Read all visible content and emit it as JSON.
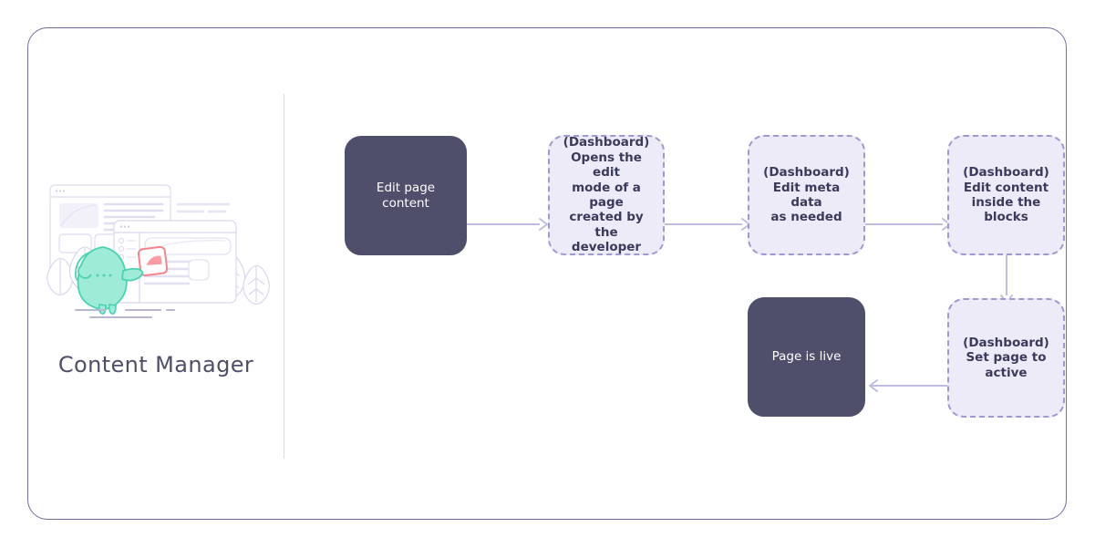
{
  "frame": {
    "border_color": "#6F6E9B"
  },
  "persona": {
    "title": "Content Manager",
    "illustration_name": "content-manager-illustration",
    "colors": {
      "mascot_fill": "#9EEBD8",
      "mascot_stroke": "#4AD3B2",
      "card_accent": "#F9838D",
      "ui_line": "#D9D8EC",
      "text": "#4F4E6B"
    }
  },
  "flow": {
    "node_colors": {
      "solid_fill": "#4F4E6B",
      "solid_text": "#FFFFFF",
      "dashed_fill": "#ECEBF7",
      "dashed_border": "#9C9AD0",
      "dashed_text": "#3B3A5C",
      "arrow": "#BFBEE2"
    },
    "nodes": [
      {
        "id": "edit-page-content",
        "style": "solid",
        "label": "Edit page\ncontent"
      },
      {
        "id": "opens-edit-mode",
        "style": "dashed",
        "label": "(Dashboard)\nOpens the edit\nmode of a page\ncreated by the\ndeveloper"
      },
      {
        "id": "edit-meta-data",
        "style": "dashed",
        "label": "(Dashboard)\nEdit meta data\nas needed"
      },
      {
        "id": "edit-content-blocks",
        "style": "dashed",
        "label": "(Dashboard)\nEdit content\ninside the\nblocks"
      },
      {
        "id": "set-page-active",
        "style": "dashed",
        "label": "(Dashboard)\nSet page to\nactive"
      },
      {
        "id": "page-is-live",
        "style": "solid",
        "label": "Page is live"
      }
    ],
    "connections": [
      {
        "id": "edit-page-content-to-opens-edit-mode",
        "direction": "right"
      },
      {
        "id": "opens-edit-mode-to-edit-meta-data",
        "direction": "right"
      },
      {
        "id": "edit-meta-data-to-edit-content-blocks",
        "direction": "right"
      },
      {
        "id": "edit-content-blocks-to-set-page-active",
        "direction": "down"
      },
      {
        "id": "set-page-active-to-page-is-live",
        "direction": "left"
      }
    ]
  }
}
